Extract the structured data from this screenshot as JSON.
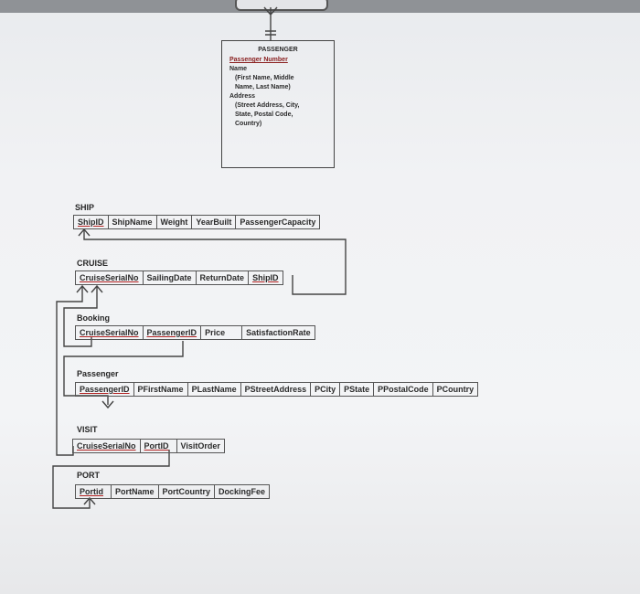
{
  "entity": {
    "title": "PASSENGER",
    "key": "Passenger Number",
    "attributes": [
      "Name",
      "(First Name, Middle",
      "Name, Last Name)",
      "Address",
      "(Street Address, City,",
      "State, Postal Code,",
      "Country)"
    ]
  },
  "tables": {
    "ship": {
      "name": "SHIP",
      "cols": [
        "ShipID",
        "ShipName",
        "Weight",
        "YearBuilt",
        "PassengerCapacity"
      ]
    },
    "cruise": {
      "name": "CRUISE",
      "cols": [
        "CruiseSerialNo",
        "SailingDate",
        "ReturnDate",
        "ShipID"
      ]
    },
    "booking": {
      "name": "Booking",
      "cols": [
        "CruiseSerialNo",
        "PassengerID",
        "Price",
        "SatisfactionRate"
      ]
    },
    "passenger": {
      "name": "Passenger",
      "cols": [
        "PassengerID",
        "PFirstName",
        "PLastName",
        "PStreetAddress",
        "PCity",
        "PState",
        "PPostalCode",
        "PCountry"
      ]
    },
    "visit": {
      "name": "VISIT",
      "cols": [
        "CruiseSerialNo",
        "PortID",
        "VisitOrder"
      ]
    },
    "port": {
      "name": "PORT",
      "cols": [
        "Portid",
        "PortName",
        "PortCountry",
        "DockingFee"
      ]
    }
  }
}
